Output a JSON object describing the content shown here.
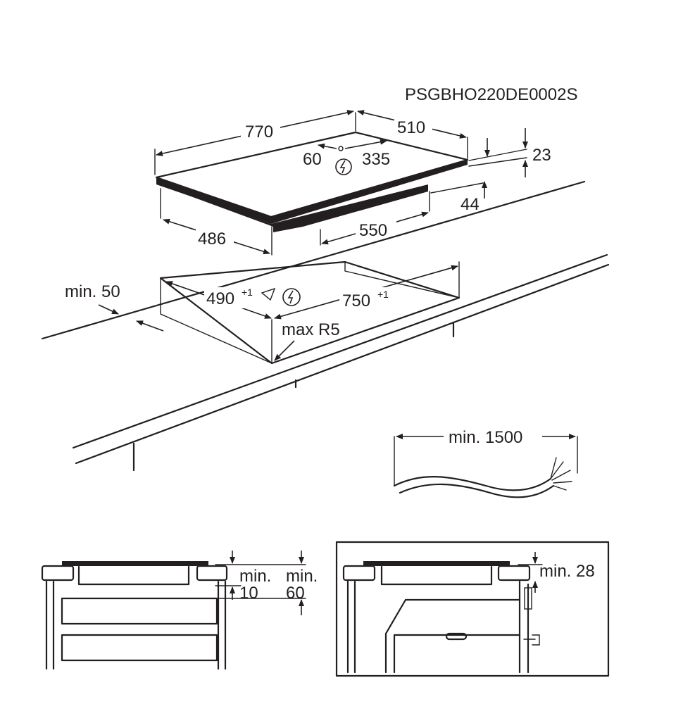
{
  "document_code": "PSGBHO220DE0002S",
  "hob": {
    "width": "770",
    "depth": "510",
    "height_total": "44",
    "glass_thickness": "23",
    "conn_offset_left": "60",
    "conn_offset_right": "335",
    "bottom_depth": "486",
    "bottom_width": "550"
  },
  "cutout": {
    "depth": "490",
    "depth_tol": "+1",
    "width": "750",
    "width_tol": "+1",
    "front_margin": "min. 50",
    "corner_radius": "max R5"
  },
  "cable": {
    "length": "min. 1500"
  },
  "installation_left": {
    "gap_below": "min.",
    "gap_below_value": "10",
    "gap_drawer": "min.",
    "gap_drawer_value": "60"
  },
  "installation_right": {
    "gap_oven": "min. 28"
  }
}
